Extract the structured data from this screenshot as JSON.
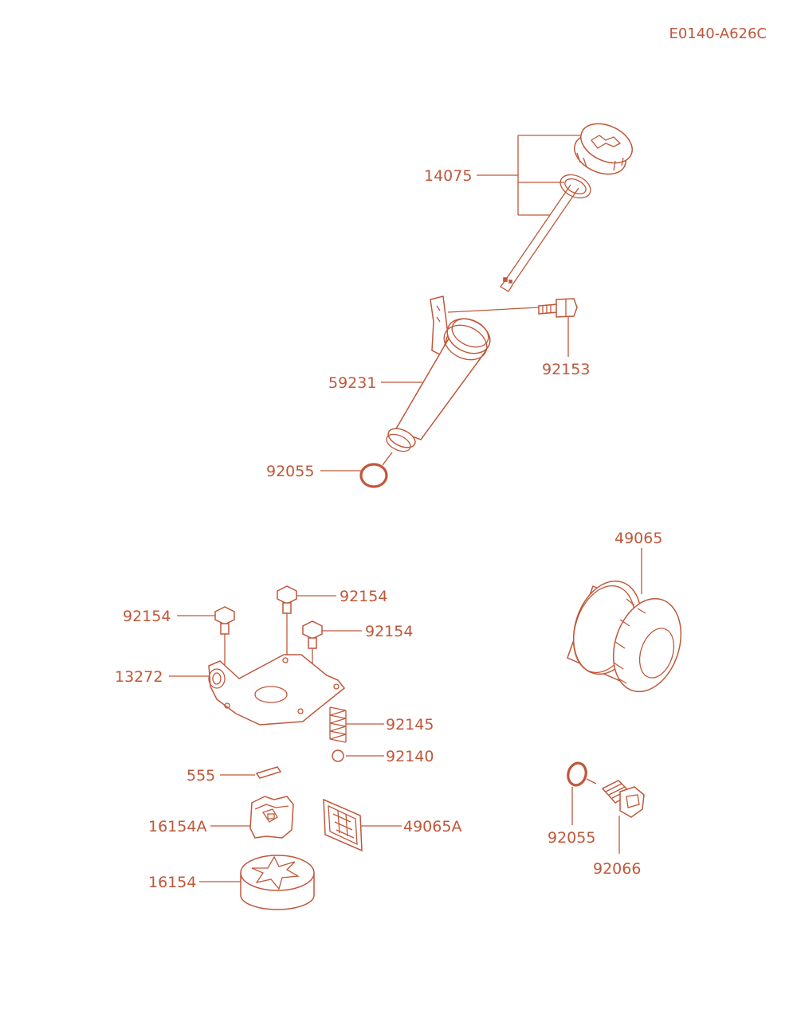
{
  "diagram": {
    "reference_code": "E0140-A626C",
    "colors": {
      "line": "#c0573a",
      "background": "#ffffff"
    },
    "parts": [
      {
        "id": "p14075",
        "label": "14075"
      },
      {
        "id": "p92153",
        "label": "92153"
      },
      {
        "id": "p59231",
        "label": "59231"
      },
      {
        "id": "p92055a",
        "label": "92055"
      },
      {
        "id": "p49065",
        "label": "49065"
      },
      {
        "id": "p92154a",
        "label": "92154"
      },
      {
        "id": "p92154b",
        "label": "92154"
      },
      {
        "id": "p92154c",
        "label": "92154"
      },
      {
        "id": "p13272",
        "label": "13272"
      },
      {
        "id": "p92145",
        "label": "92145"
      },
      {
        "id": "p92140",
        "label": "92140"
      },
      {
        "id": "p555",
        "label": "555"
      },
      {
        "id": "p16154A",
        "label": "16154A"
      },
      {
        "id": "p49065A",
        "label": "49065A"
      },
      {
        "id": "p16154",
        "label": "16154"
      },
      {
        "id": "p92055b",
        "label": "92055"
      },
      {
        "id": "p92066",
        "label": "92066"
      }
    ]
  }
}
